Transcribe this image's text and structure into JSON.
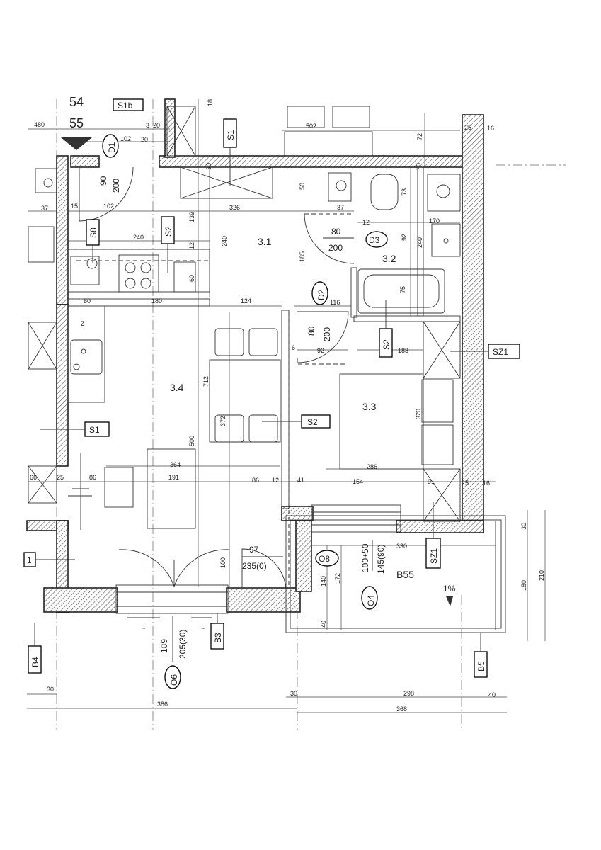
{
  "apartment_number": "55",
  "apartment_number_above": "54",
  "rooms": {
    "r31": "3.1",
    "r32": "3.2",
    "r33": "3.3",
    "r34": "3.4",
    "balcony": "B55"
  },
  "doors": {
    "d1": {
      "id": "D1",
      "w": "90",
      "h": "200"
    },
    "d2": {
      "id": "D2",
      "w": "80",
      "h": "200"
    },
    "d3": {
      "id": "D3",
      "w": "80",
      "h": "200"
    }
  },
  "windows": {
    "o4": {
      "id": "O4",
      "w": "100+50",
      "h": "145(90)"
    },
    "o6": {
      "id": "O6",
      "w": "189",
      "h": "205(30)"
    },
    "o8": {
      "id": "O8",
      "w": "97",
      "h": "235(0)"
    }
  },
  "tags": {
    "s1b": "S1b",
    "s1_top": "S1",
    "s1_left": "S1",
    "s2_kitchen": "S2",
    "s2_middle": "S2",
    "s2_bath": "S2",
    "s8": "S8",
    "sz1_right": "SZ1",
    "sz1_balcony": "SZ1",
    "b3": "B3",
    "b4": "B4",
    "b5": "B5",
    "left_edge": "1"
  },
  "slope": "1%",
  "dimensions": {
    "t480": "480",
    "t102a": "102",
    "t3": "3",
    "t20a": "20",
    "t20b": "20",
    "t18": "18",
    "t502": "502",
    "t72": "72",
    "t25a": "25",
    "t16a": "16",
    "t30a": "30",
    "t20c": "20",
    "t50": "50",
    "t73": "73",
    "t37a": "37",
    "t15": "15",
    "t102b": "102",
    "t326": "326",
    "t37b": "37",
    "t139": "139",
    "t170": "170",
    "t12a": "12",
    "t92": "92",
    "t240a": "240",
    "t240b": "240",
    "t12b": "12",
    "t185": "185",
    "t60a": "60",
    "t75": "75",
    "t60b": "60",
    "t180a": "180",
    "t124": "124",
    "t116": "116",
    "t712": "712",
    "t6": "6",
    "t92b": "92",
    "t188": "188",
    "t372": "372",
    "t320": "320",
    "t500": "500",
    "t364": "364",
    "t286": "286",
    "t66": "66",
    "t25b": "25",
    "t86a": "86",
    "t191": "191",
    "t86b": "86",
    "t12c": "12",
    "t41": "41",
    "t154": "154",
    "t91": "91",
    "t25c": "25",
    "t16b": "16",
    "t330": "330",
    "t30b": "30",
    "t210": "210",
    "t180b": "180",
    "t100": "100",
    "t140": "140",
    "t172": "172",
    "t40a": "40",
    "t30c": "30",
    "t30d": "30",
    "t298": "298",
    "t40b": "40",
    "t386": "386",
    "t368": "368"
  }
}
